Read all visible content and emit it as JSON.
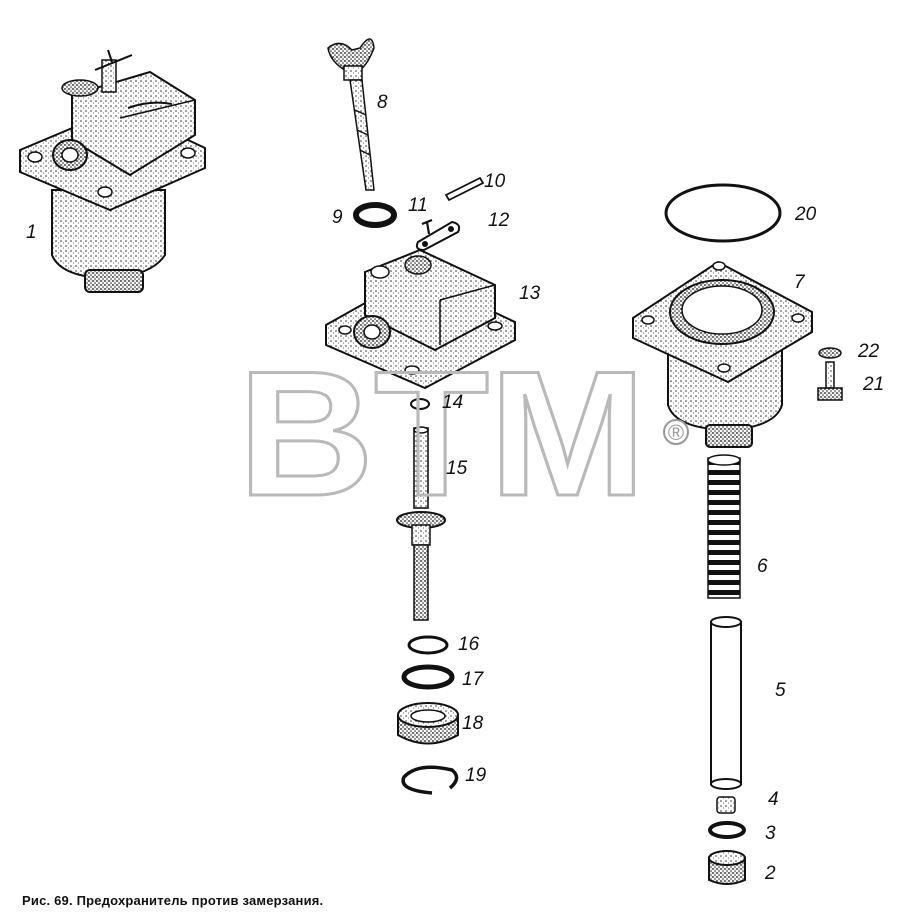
{
  "figure": {
    "caption": "Рис. 69. Предохранитель против замерзания.",
    "watermark": "BTM",
    "watermark_symbol": "®",
    "parts": [
      {
        "id": "part-1",
        "label": "1"
      },
      {
        "id": "part-2",
        "label": "2"
      },
      {
        "id": "part-3",
        "label": "3"
      },
      {
        "id": "part-4",
        "label": "4"
      },
      {
        "id": "part-5",
        "label": "5"
      },
      {
        "id": "part-6",
        "label": "6"
      },
      {
        "id": "part-7",
        "label": "7"
      },
      {
        "id": "part-8",
        "label": "8"
      },
      {
        "id": "part-9",
        "label": "9"
      },
      {
        "id": "part-10",
        "label": "10"
      },
      {
        "id": "part-11",
        "label": "11"
      },
      {
        "id": "part-12",
        "label": "12"
      },
      {
        "id": "part-13",
        "label": "13"
      },
      {
        "id": "part-14",
        "label": "14"
      },
      {
        "id": "part-15",
        "label": "15"
      },
      {
        "id": "part-16",
        "label": "16"
      },
      {
        "id": "part-17",
        "label": "17"
      },
      {
        "id": "part-18",
        "label": "18"
      },
      {
        "id": "part-19",
        "label": "19"
      },
      {
        "id": "part-20",
        "label": "20"
      },
      {
        "id": "part-21",
        "label": "21"
      },
      {
        "id": "part-22",
        "label": "22"
      }
    ]
  }
}
